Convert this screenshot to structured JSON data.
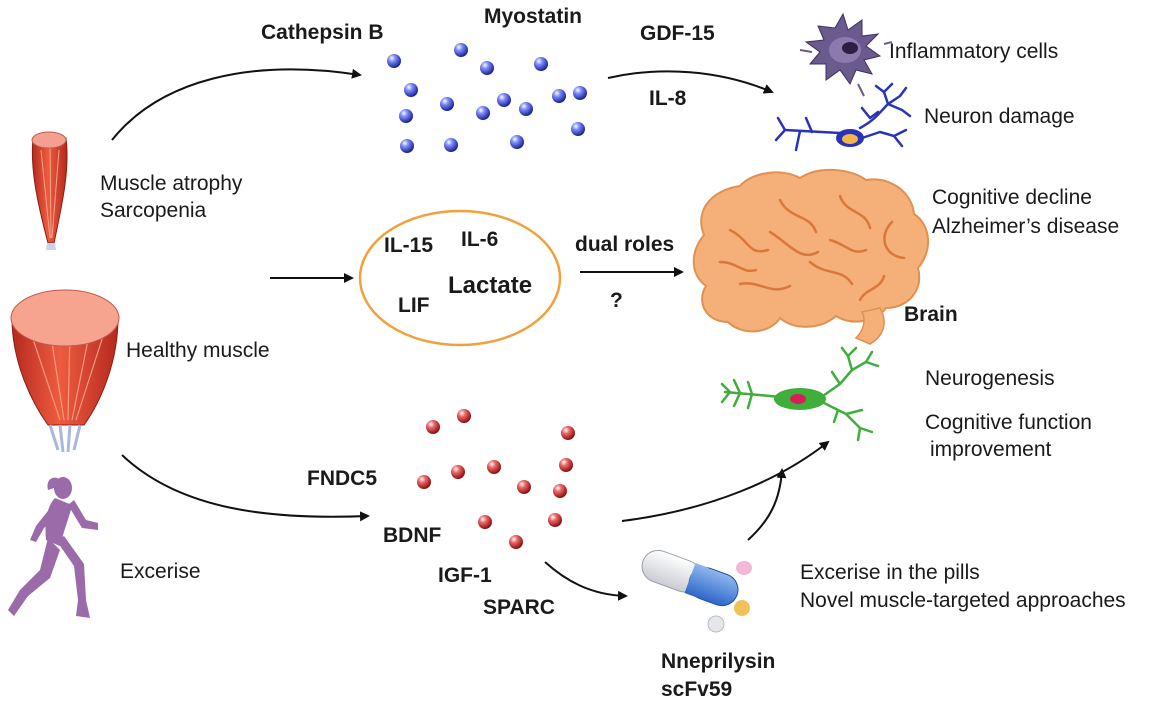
{
  "top_path": {
    "molecules": [
      "Cathepsin B",
      "Myostatin",
      "GDF-15",
      "IL-8"
    ],
    "targets": [
      "Inflammatory cells",
      "Neuron damage"
    ]
  },
  "muscle_states": [
    "Muscle atrophy",
    "Sarcopenia",
    "Healthy muscle",
    "Excerise"
  ],
  "middle_path": {
    "molecules": [
      "IL-15",
      "IL-6",
      "Lactate",
      "LIF"
    ],
    "arrow_label": "dual roles",
    "question_mark": "?",
    "outcomes": [
      "Cognitive decline",
      "Alzheimer’s disease"
    ]
  },
  "brain_label": "Brain",
  "bottom_path": {
    "molecules": [
      "FNDC5",
      "BDNF",
      "IGF-1",
      "SPARC"
    ],
    "outcomes": [
      "Neurogenesis",
      "Cognitive function",
      "improvement"
    ],
    "pill_label": [
      "Excerise in the pills",
      "Novel muscle-targeted approaches"
    ],
    "pill_molecules": [
      "Nneprilysin",
      "scFv59"
    ]
  },
  "colors": {
    "blue_dot": "#2f3fd0",
    "red_dot": "#c81e1e",
    "ellipse": "#f2a13a",
    "brain": "#f4b078",
    "brain_lines": "#d9783a",
    "inflammatory_cell": "#6a5a8e",
    "damaged_neuron": "#2834b8",
    "healthy_neuron": "#3fae3a",
    "muscle": "#e2503a",
    "runner": "#9b6aa8"
  }
}
